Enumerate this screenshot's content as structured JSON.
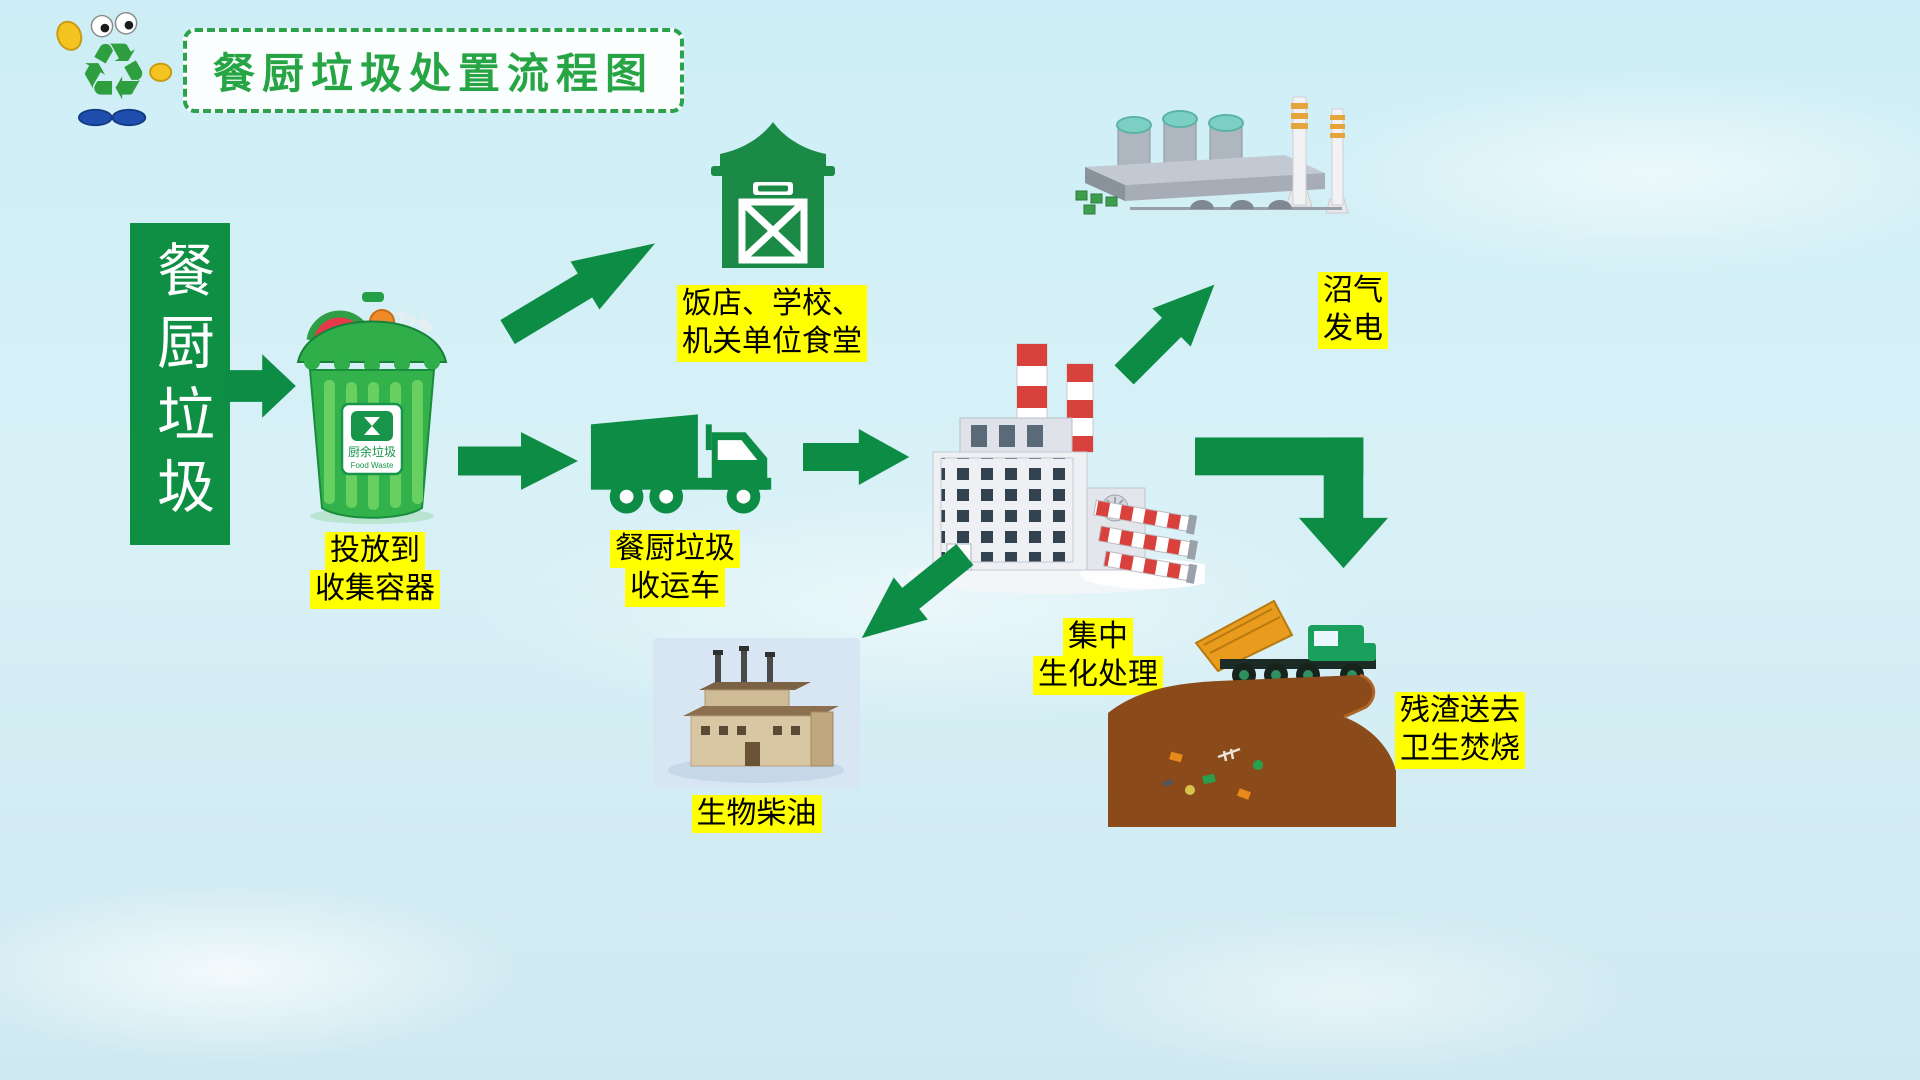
{
  "title": "餐厨垃圾处置流程图",
  "icons": {
    "recycle": "♻"
  },
  "source": {
    "label": "餐厨垃圾"
  },
  "bin": {
    "sign": "厨余垃圾",
    "sign_sub": "Food Waste",
    "caption": [
      "投放到",
      "收集容器"
    ]
  },
  "canteen": {
    "caption": [
      "饭店、学校、",
      "机关单位食堂"
    ]
  },
  "truck": {
    "caption": [
      "餐厨垃圾",
      "收运车"
    ]
  },
  "plant": {
    "caption": [
      "集中",
      "生化处理"
    ]
  },
  "biogas": {
    "caption": [
      "沼气",
      "发电"
    ]
  },
  "biodiesel": {
    "caption": [
      "生物柴油"
    ]
  },
  "residue": {
    "caption": [
      "残渣送去",
      "卫生焚烧"
    ]
  },
  "colors": {
    "arrow_green": "#0d8c45",
    "block_green": "#0e8f44",
    "title_green": "#27a544",
    "highlight_yellow": "#ffff00",
    "bin_green": "#33b24b",
    "landfill_brown": "#8a4a1a"
  }
}
